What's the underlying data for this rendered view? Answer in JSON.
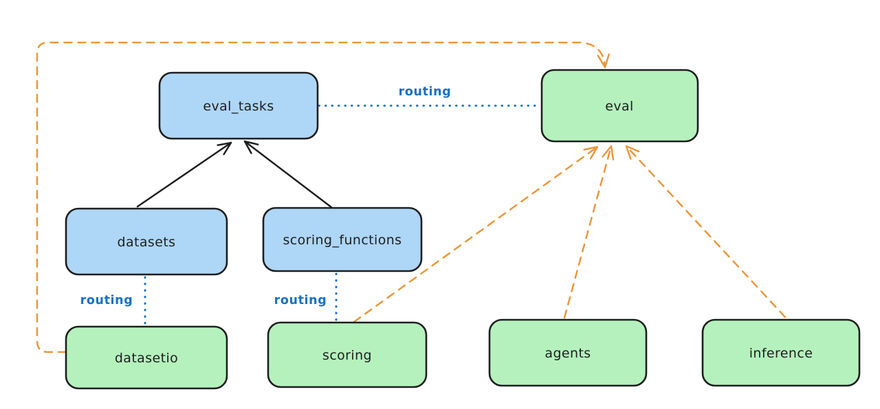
{
  "diagram": {
    "type": "architecture-diagram",
    "nodes": {
      "eval_tasks": {
        "label": "eval_tasks",
        "category": "blue-resource"
      },
      "eval": {
        "label": "eval",
        "category": "green-api"
      },
      "datasets": {
        "label": "datasets",
        "category": "blue-resource"
      },
      "scoring_functions": {
        "label": "scoring_functions",
        "category": "blue-resource"
      },
      "datasetio": {
        "label": "datasetio",
        "category": "green-api"
      },
      "scoring": {
        "label": "scoring",
        "category": "green-api"
      },
      "agents": {
        "label": "agents",
        "category": "green-api"
      },
      "inference": {
        "label": "inference",
        "category": "green-api"
      }
    },
    "edges": [
      {
        "from": "datasets",
        "to": "eval_tasks",
        "style": "solid",
        "arrow": true,
        "color": "black",
        "label": ""
      },
      {
        "from": "scoring_functions",
        "to": "eval_tasks",
        "style": "solid",
        "arrow": true,
        "color": "black",
        "label": ""
      },
      {
        "from": "eval_tasks",
        "to": "eval",
        "style": "dotted",
        "arrow": false,
        "color": "blue",
        "label": "routing"
      },
      {
        "from": "datasets",
        "to": "datasetio",
        "style": "dotted",
        "arrow": false,
        "color": "blue",
        "label": "routing"
      },
      {
        "from": "scoring_functions",
        "to": "scoring",
        "style": "dotted",
        "arrow": false,
        "color": "blue",
        "label": "routing"
      },
      {
        "from": "scoring",
        "to": "eval",
        "style": "dashed",
        "arrow": true,
        "color": "orange",
        "label": ""
      },
      {
        "from": "agents",
        "to": "eval",
        "style": "dashed",
        "arrow": true,
        "color": "orange",
        "label": ""
      },
      {
        "from": "inference",
        "to": "eval",
        "style": "dashed",
        "arrow": true,
        "color": "orange",
        "label": ""
      },
      {
        "from": "datasetio",
        "to": "eval",
        "style": "dashed",
        "arrow": true,
        "color": "orange",
        "label": ""
      }
    ]
  },
  "colors": {
    "background": "#ffffff",
    "node_blue_fill": "#aed6f7",
    "node_green_fill": "#b5f1bd",
    "node_stroke": "#1e1e1e",
    "text": "#1e1e1e",
    "routing_blue": "#1971c2",
    "relation_orange": "#e9973d",
    "solid_black": "#1e1e1e"
  }
}
